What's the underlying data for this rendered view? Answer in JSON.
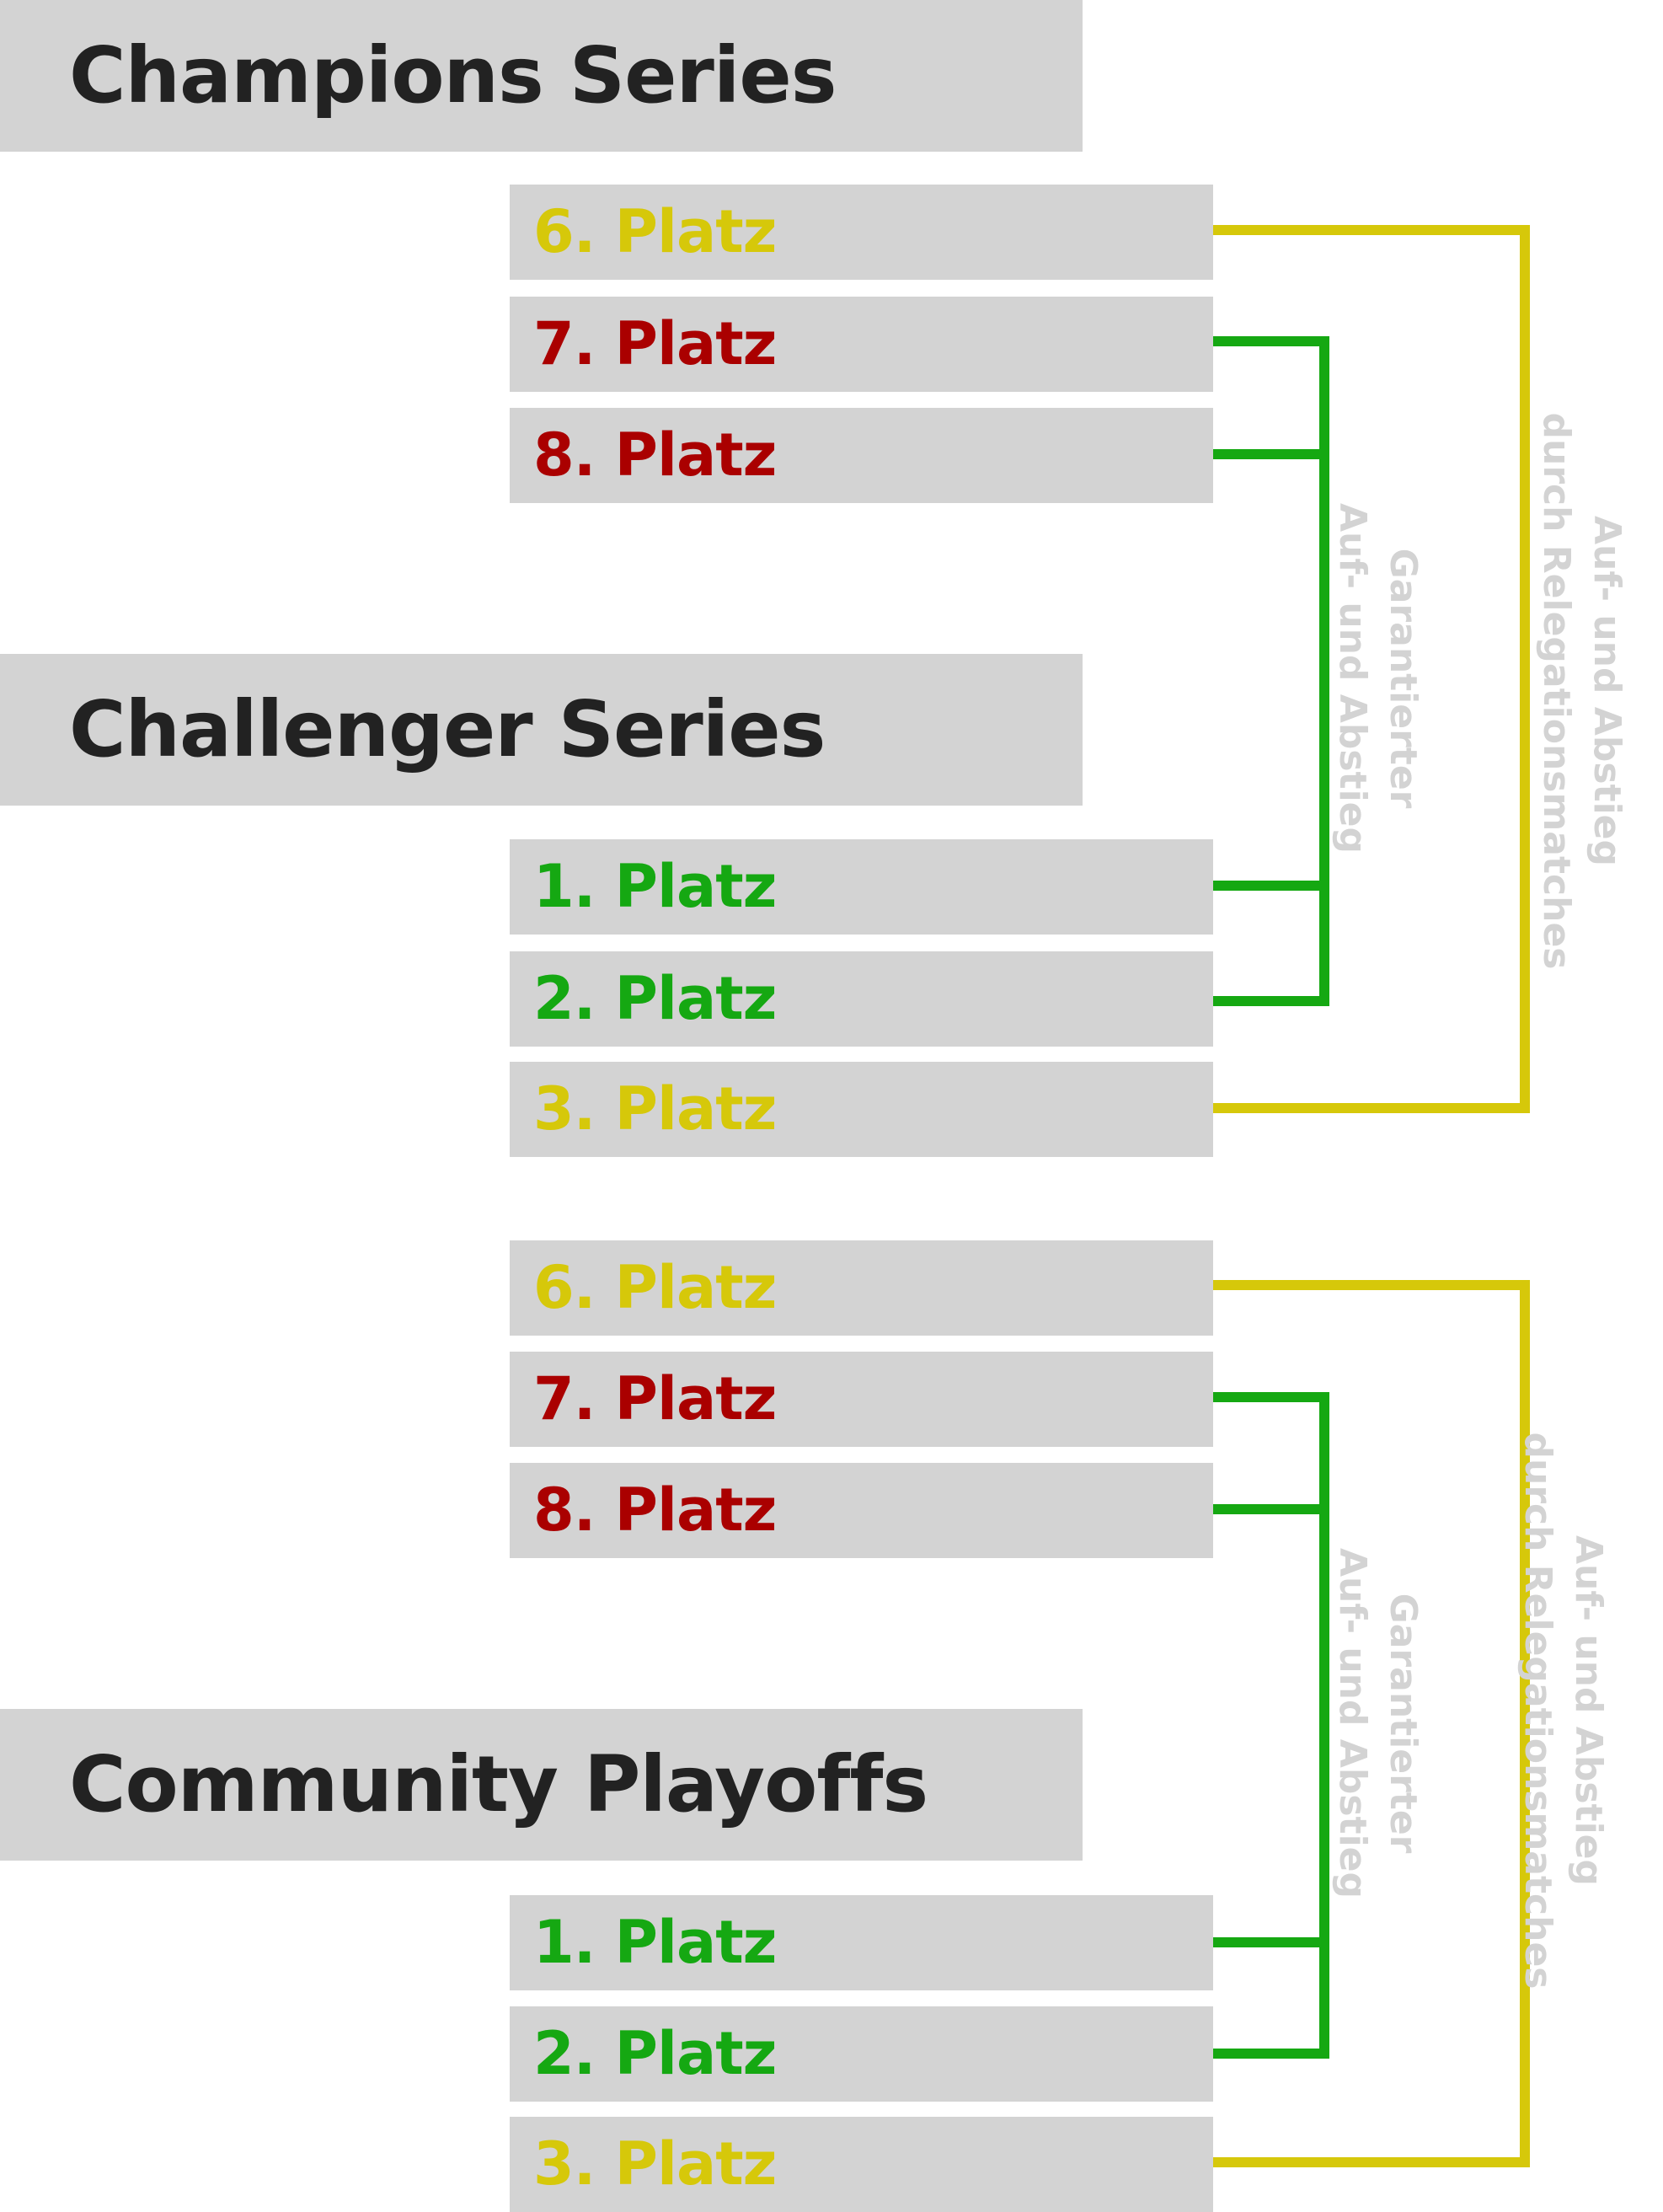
{
  "colors": {
    "box_bg": "#d3d3d3",
    "title": "#222222",
    "yellow": "#d6c80a",
    "red": "#aa0000",
    "green": "#15a812",
    "annotation": "#d3d3d3"
  },
  "sections": [
    {
      "title": "Champions Series",
      "places": [
        {
          "label": "6. Platz",
          "color": "yellow"
        },
        {
          "label": "7. Platz",
          "color": "red"
        },
        {
          "label": "8. Platz",
          "color": "red"
        }
      ]
    },
    {
      "title": "Challenger Series",
      "places_top": [
        {
          "label": "1. Platz",
          "color": "green"
        },
        {
          "label": "2. Platz",
          "color": "green"
        },
        {
          "label": "3. Platz",
          "color": "yellow"
        }
      ],
      "places_bottom": [
        {
          "label": "6. Platz",
          "color": "yellow"
        },
        {
          "label": "7. Platz",
          "color": "red"
        },
        {
          "label": "8. Platz",
          "color": "red"
        }
      ]
    },
    {
      "title": "Community Playoffs",
      "places": [
        {
          "label": "1. Platz",
          "color": "green"
        },
        {
          "label": "2. Platz",
          "color": "green"
        },
        {
          "label": "3. Platz",
          "color": "yellow"
        }
      ]
    }
  ],
  "annotations": [
    {
      "line1": "Garantierter",
      "line2": "Auf- und Abstieg"
    },
    {
      "line1": "Auf- und Abstieg",
      "line2": "durch Relegationsmatches"
    },
    {
      "line1": "Garantierter",
      "line2": "Auf- und Abstieg"
    },
    {
      "line1": "Auf- und Abstieg",
      "line2": "durch Relegationsmatches"
    }
  ]
}
